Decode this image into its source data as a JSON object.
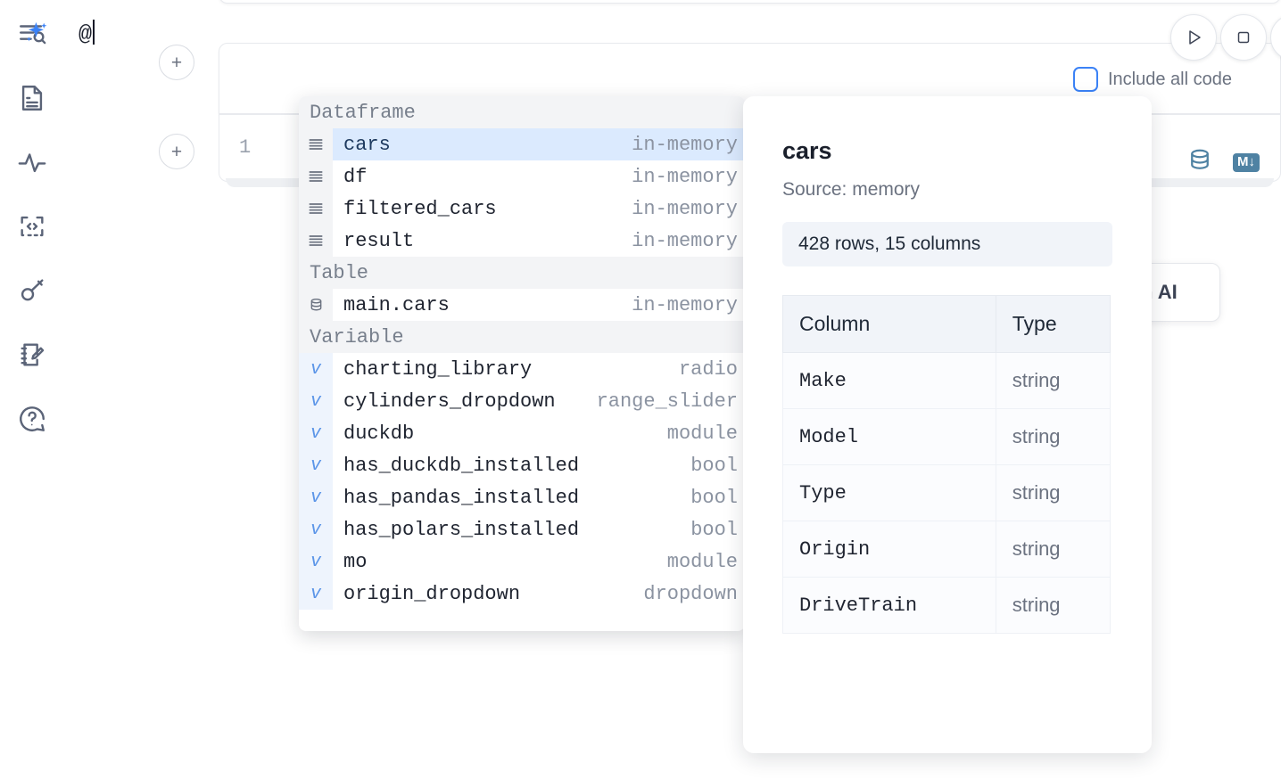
{
  "sidebar": {
    "items": [
      {
        "name": "outline-search-icon",
        "label": "Outline / Search"
      },
      {
        "name": "document-icon",
        "label": "Notebook"
      },
      {
        "name": "activity-icon",
        "label": "Activity"
      },
      {
        "name": "code-snippet-icon",
        "label": "Snippets"
      },
      {
        "name": "key-icon",
        "label": "Secrets"
      },
      {
        "name": "scratchpad-icon",
        "label": "Scratchpad"
      },
      {
        "name": "help-icon",
        "label": "Help"
      }
    ]
  },
  "toolbar": {
    "run_label": "▷",
    "stop_label": "□",
    "add_label": "+",
    "include_all_code_label": "Include all code",
    "include_all_code_checked": false,
    "accent_color": "#3b82f6"
  },
  "ai_cell": {
    "input_value": "@",
    "sparkle_icon": "sparkle-ai-icon"
  },
  "code_cell": {
    "line_number": "1",
    "database_icon": "database-icon",
    "markdown_badge": "M↓"
  },
  "ai_card": {
    "label": "h AI"
  },
  "autocomplete": {
    "groups": [
      {
        "header": "Dataframe",
        "icon": "dataframe-icon",
        "kind": "df",
        "items": [
          {
            "name": "cars",
            "type": "in-memory",
            "selected": true
          },
          {
            "name": "df",
            "type": "in-memory",
            "selected": false
          },
          {
            "name": "filtered_cars",
            "type": "in-memory",
            "selected": false
          },
          {
            "name": "result",
            "type": "in-memory",
            "selected": false
          }
        ]
      },
      {
        "header": "Table",
        "icon": "table-database-icon",
        "kind": "table",
        "items": [
          {
            "name": "main.cars",
            "type": "in-memory",
            "selected": false
          }
        ]
      },
      {
        "header": "Variable",
        "icon": "variable-icon",
        "kind": "var",
        "items": [
          {
            "name": "charting_library",
            "type": "radio",
            "selected": false
          },
          {
            "name": "cylinders_dropdown",
            "type": "range_slider",
            "selected": false
          },
          {
            "name": "duckdb",
            "type": "module",
            "selected": false
          },
          {
            "name": "has_duckdb_installed",
            "type": "bool",
            "selected": false
          },
          {
            "name": "has_pandas_installed",
            "type": "bool",
            "selected": false
          },
          {
            "name": "has_polars_installed",
            "type": "bool",
            "selected": false
          },
          {
            "name": "mo",
            "type": "module",
            "selected": false
          },
          {
            "name": "origin_dropdown",
            "type": "dropdown",
            "selected": false
          }
        ]
      }
    ]
  },
  "preview": {
    "title": "cars",
    "source": "Source: memory",
    "shape": "428 rows, 15 columns",
    "columns_header": "Column",
    "type_header": "Type",
    "rows": [
      {
        "column": "Make",
        "type": "string"
      },
      {
        "column": "Model",
        "type": "string"
      },
      {
        "column": "Type",
        "type": "string"
      },
      {
        "column": "Origin",
        "type": "string"
      },
      {
        "column": "DriveTrain",
        "type": "string"
      }
    ]
  }
}
